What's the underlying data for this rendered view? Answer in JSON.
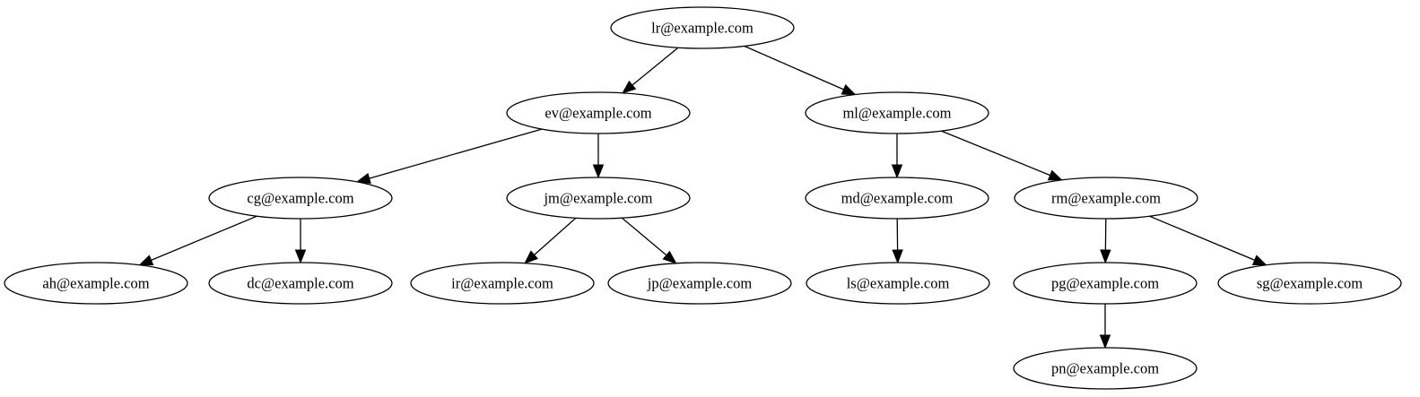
{
  "diagram": {
    "nodes": [
      {
        "id": "lr",
        "label": "lr@example.com"
      },
      {
        "id": "ev",
        "label": "ev@example.com"
      },
      {
        "id": "ml",
        "label": "ml@example.com"
      },
      {
        "id": "cg",
        "label": "cg@example.com"
      },
      {
        "id": "jm",
        "label": "jm@example.com"
      },
      {
        "id": "md",
        "label": "md@example.com"
      },
      {
        "id": "rm",
        "label": "rm@example.com"
      },
      {
        "id": "ah",
        "label": "ah@example.com"
      },
      {
        "id": "dc",
        "label": "dc@example.com"
      },
      {
        "id": "ir",
        "label": "ir@example.com"
      },
      {
        "id": "jp",
        "label": "jp@example.com"
      },
      {
        "id": "ls",
        "label": "ls@example.com"
      },
      {
        "id": "pg",
        "label": "pg@example.com"
      },
      {
        "id": "sg",
        "label": "sg@example.com"
      },
      {
        "id": "pn",
        "label": "pn@example.com"
      }
    ],
    "edges": [
      {
        "from": "lr",
        "to": "ev"
      },
      {
        "from": "lr",
        "to": "ml"
      },
      {
        "from": "ev",
        "to": "cg"
      },
      {
        "from": "ev",
        "to": "jm"
      },
      {
        "from": "ml",
        "to": "md"
      },
      {
        "from": "ml",
        "to": "rm"
      },
      {
        "from": "cg",
        "to": "ah"
      },
      {
        "from": "cg",
        "to": "dc"
      },
      {
        "from": "jm",
        "to": "ir"
      },
      {
        "from": "jm",
        "to": "jp"
      },
      {
        "from": "md",
        "to": "ls"
      },
      {
        "from": "rm",
        "to": "pg"
      },
      {
        "from": "rm",
        "to": "sg"
      },
      {
        "from": "pg",
        "to": "pn"
      }
    ]
  }
}
